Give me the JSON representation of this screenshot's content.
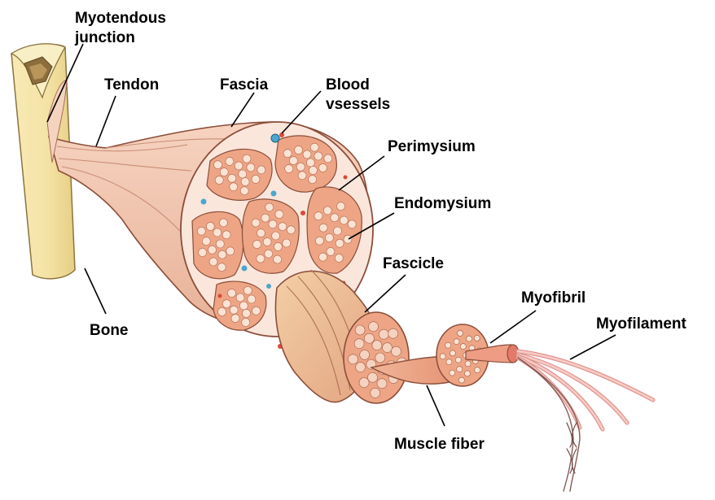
{
  "diagram": {
    "labels": {
      "myotendous_line1": "Myotendous",
      "myotendous_line2": "junction",
      "tendon": "Tendon",
      "fascia": "Fascia",
      "blood_line1": "Blood",
      "blood_line2": "vsessels",
      "perimysium": "Perimysium",
      "endomysium": "Endomysium",
      "fascicle": "Fascicle",
      "myofibril": "Myofibril",
      "myofilament": "Myofilament",
      "bone": "Bone",
      "muscle_fiber": "Muscle fiber"
    },
    "colors": {
      "bone": "#f5e3a6",
      "muscle_pink": "#f2c4aa",
      "muscle_dark": "#e3a58b",
      "fiber": "#eda585",
      "fiber_dot": "#fbe3d4",
      "blood_red": "#d94a3a",
      "blood_blue": "#4aa7cf",
      "connective": "#fbe6dc"
    }
  }
}
